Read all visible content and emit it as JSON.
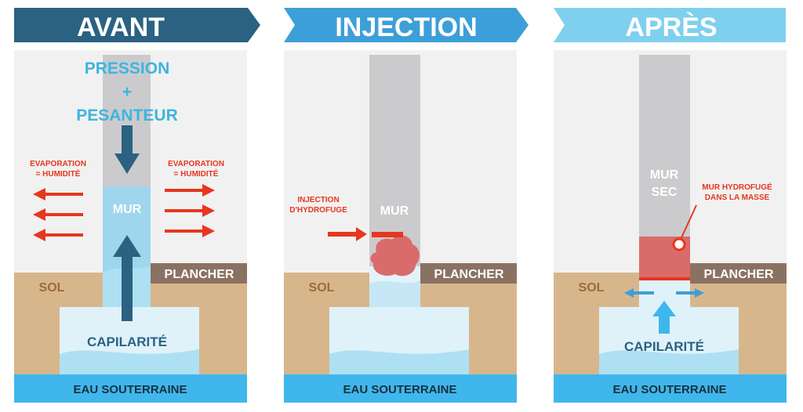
{
  "colors": {
    "dark_blue": "#2b6281",
    "mid_blue": "#3d9fd8",
    "light_blue": "#7fd0ee",
    "wall_gray": "#cbcbcd",
    "soil": "#d8b68c",
    "floor_brown": "#8a7262",
    "water": "#3fb7ec",
    "red": "#e8361f",
    "red_fill": "#d96c6b",
    "bg": "#f1f1f1"
  },
  "panels": [
    {
      "title": "AVANT",
      "wall_label": "MUR",
      "floor_label": "PLANCHER",
      "soil_label": "SOL",
      "water_label": "EAU SOUTERRAINE",
      "pressure_line1": "PRESSION",
      "pressure_plus": "+",
      "pressure_line2": "PESANTEUR",
      "evap_left_line1": "EVAPORATION",
      "evap_left_line2": "= HUMIDITÉ",
      "evap_right_line1": "EVAPORATION",
      "evap_right_line2": "= HUMIDITÉ",
      "capillarity_label": "CAPILARITÉ"
    },
    {
      "title": "INJECTION",
      "wall_label": "MUR",
      "floor_label": "PLANCHER",
      "soil_label": "SOL",
      "water_label": "EAU SOUTERRAINE",
      "injection_line1": "INJECTION",
      "injection_line2": "D'HYDROFUGE"
    },
    {
      "title": "APRÈS",
      "wall_label_line1": "MUR",
      "wall_label_line2": "SEC",
      "floor_label": "PLANCHER",
      "soil_label": "SOL",
      "water_label": "EAU SOUTERRAINE",
      "callout_line1": "MUR HYDROFUGÉ",
      "callout_line2": "DANS LA MASSE",
      "capillarity_label": "CAPILARITÉ"
    }
  ]
}
